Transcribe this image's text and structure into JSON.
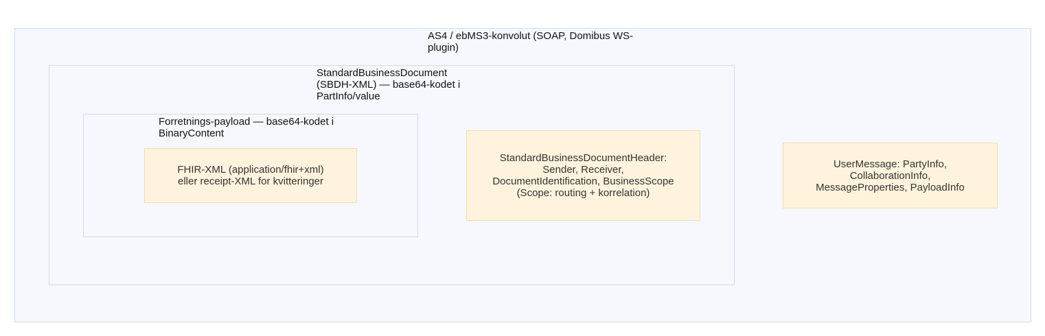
{
  "envelope": {
    "label": "AS4 / ebMS3-konvolut (SOAP, Domibus WS-plugin)"
  },
  "sbd": {
    "label": "StandardBusinessDocument (SBDH-XML) — base64-kodet i PartInfo/value"
  },
  "payload": {
    "label": "Forretnings-payload — base64-kodet i BinaryContent"
  },
  "nodes": {
    "fhir": "FHIR-XML (application/fhir+xml) eller receipt-XML for kvitteringer",
    "sbdh": "StandardBusinessDocumentHeader: Sender, Receiver, DocumentIdentification, BusinessScope (Scope: routing + korrelation)",
    "usermessage": "UserMessage: PartyInfo, CollaborationInfo, MessageProperties, PayloadInfo"
  },
  "colors": {
    "cluster_fill": "#f6f8fd",
    "cluster_border": "#cfdbe9",
    "node_fill": "#fff3dd",
    "node_border": "#f0dcb2"
  }
}
